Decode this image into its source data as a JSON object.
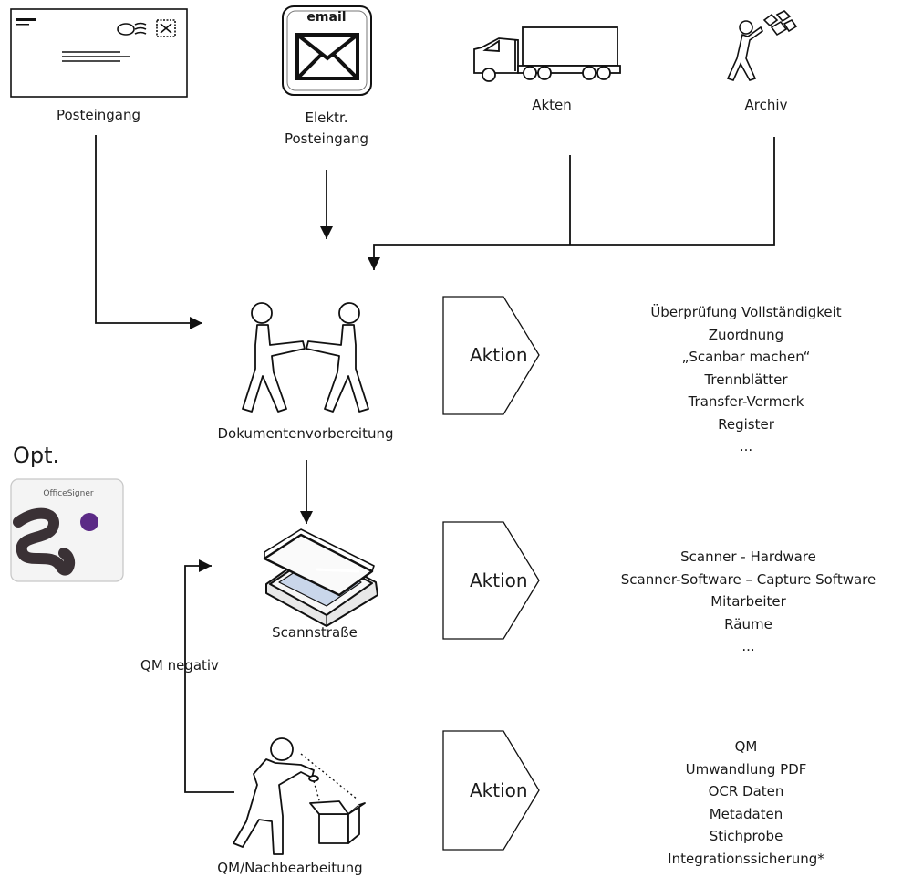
{
  "sources": {
    "posteingang": "Posteingang",
    "elektr_line1": "Elektr.",
    "elektr_line2": "Posteingang",
    "email_badge": "email",
    "akten": "Akten",
    "archiv": "Archiv"
  },
  "stages": {
    "vorbereitung": "Dokumentenvorbereitung",
    "scan": "Scannstraße",
    "qm": "QM/Nachbearbeitung"
  },
  "loop_label": "QM negativ",
  "optional": {
    "label": "Opt.",
    "logo_text": "OfficeSigner"
  },
  "actions": {
    "label": "Aktion",
    "vorbereitung_items": [
      "Überprüfung Vollständigkeit",
      "Zuordnung",
      "„Scanbar machen“",
      "Trennblätter",
      "Transfer-Vermerk",
      "Register",
      "..."
    ],
    "scan_items": [
      "Scanner - Hardware",
      "Scanner-Software – Capture Software",
      "Mitarbeiter",
      "Räume",
      "..."
    ],
    "qm_items": [
      "QM",
      "Umwandlung PDF",
      "OCR Daten",
      "Metadaten",
      "Stichprobe",
      "Integrationssicherung*"
    ]
  },
  "colors": {
    "line": "#111111",
    "logo_dark": "#3a3135",
    "logo_dot": "#5b2a86",
    "scanner_glass": "#c9d6ea"
  }
}
